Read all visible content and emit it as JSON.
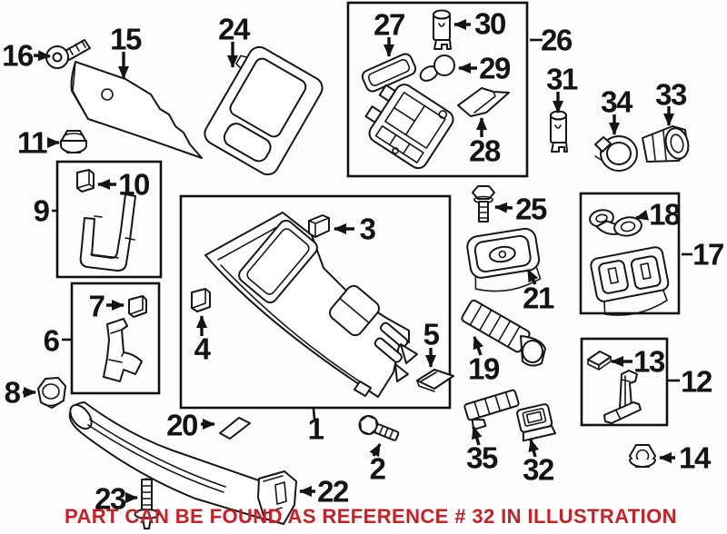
{
  "banner": {
    "text": "PART CAN BE FOUND AS REFERENCE # 32 IN ILLUSTRATION",
    "color": "#cb1f26",
    "referenced_part": "32"
  },
  "colors": {
    "line": "#161616",
    "background": "#fdfdfd"
  },
  "labels": {
    "p1": "1",
    "p2": "2",
    "p3": "3",
    "p4": "4",
    "p5": "5",
    "p6": "6",
    "p7": "7",
    "p8": "8",
    "p9": "9",
    "p10": "10",
    "p11": "11",
    "p12": "12",
    "p13": "13",
    "p14": "14",
    "p15": "15",
    "p16": "16",
    "p17": "17",
    "p18": "18",
    "p19": "19",
    "p20": "20",
    "p21": "21",
    "p22": "22",
    "p23": "23",
    "p24": "24",
    "p25": "25",
    "p26": "26",
    "p27": "27",
    "p28": "28",
    "p29": "29",
    "p30": "30",
    "p31": "31",
    "p32": "32",
    "p33": "33",
    "p34": "34",
    "p35": "35"
  }
}
